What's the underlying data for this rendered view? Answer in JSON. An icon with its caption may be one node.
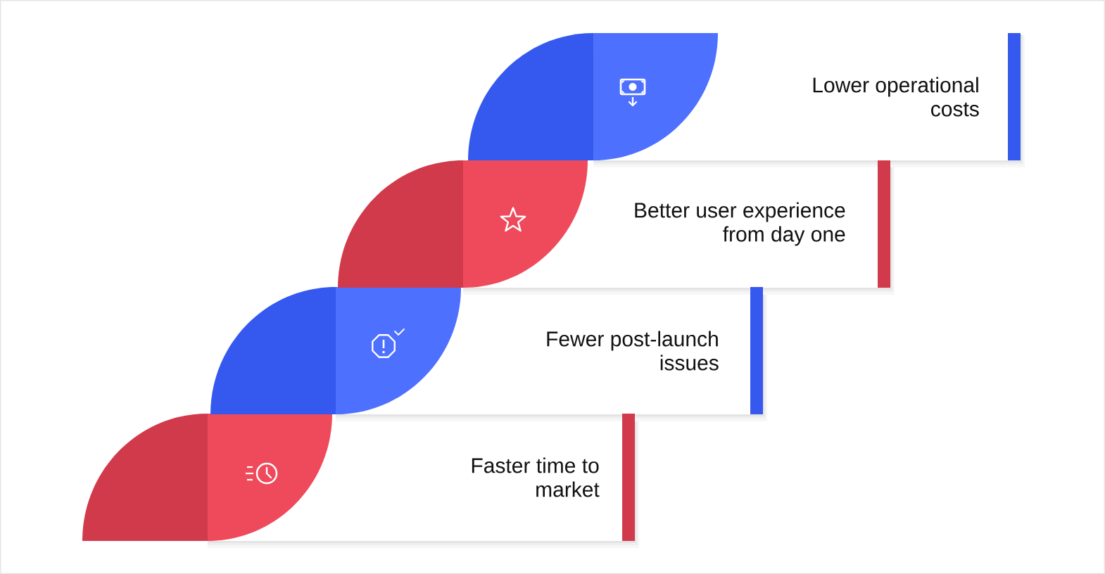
{
  "diagram": {
    "nodes": [
      {
        "text": [
          "Lower operational costs"
        ]
      },
      {
        "text": [
          "Better user experience from day one"
        ]
      },
      {
        "text": [
          "Fewer post-launch issues"
        ]
      },
      {
        "text": [
          "Faster time to market"
        ]
      }
    ]
  }
}
